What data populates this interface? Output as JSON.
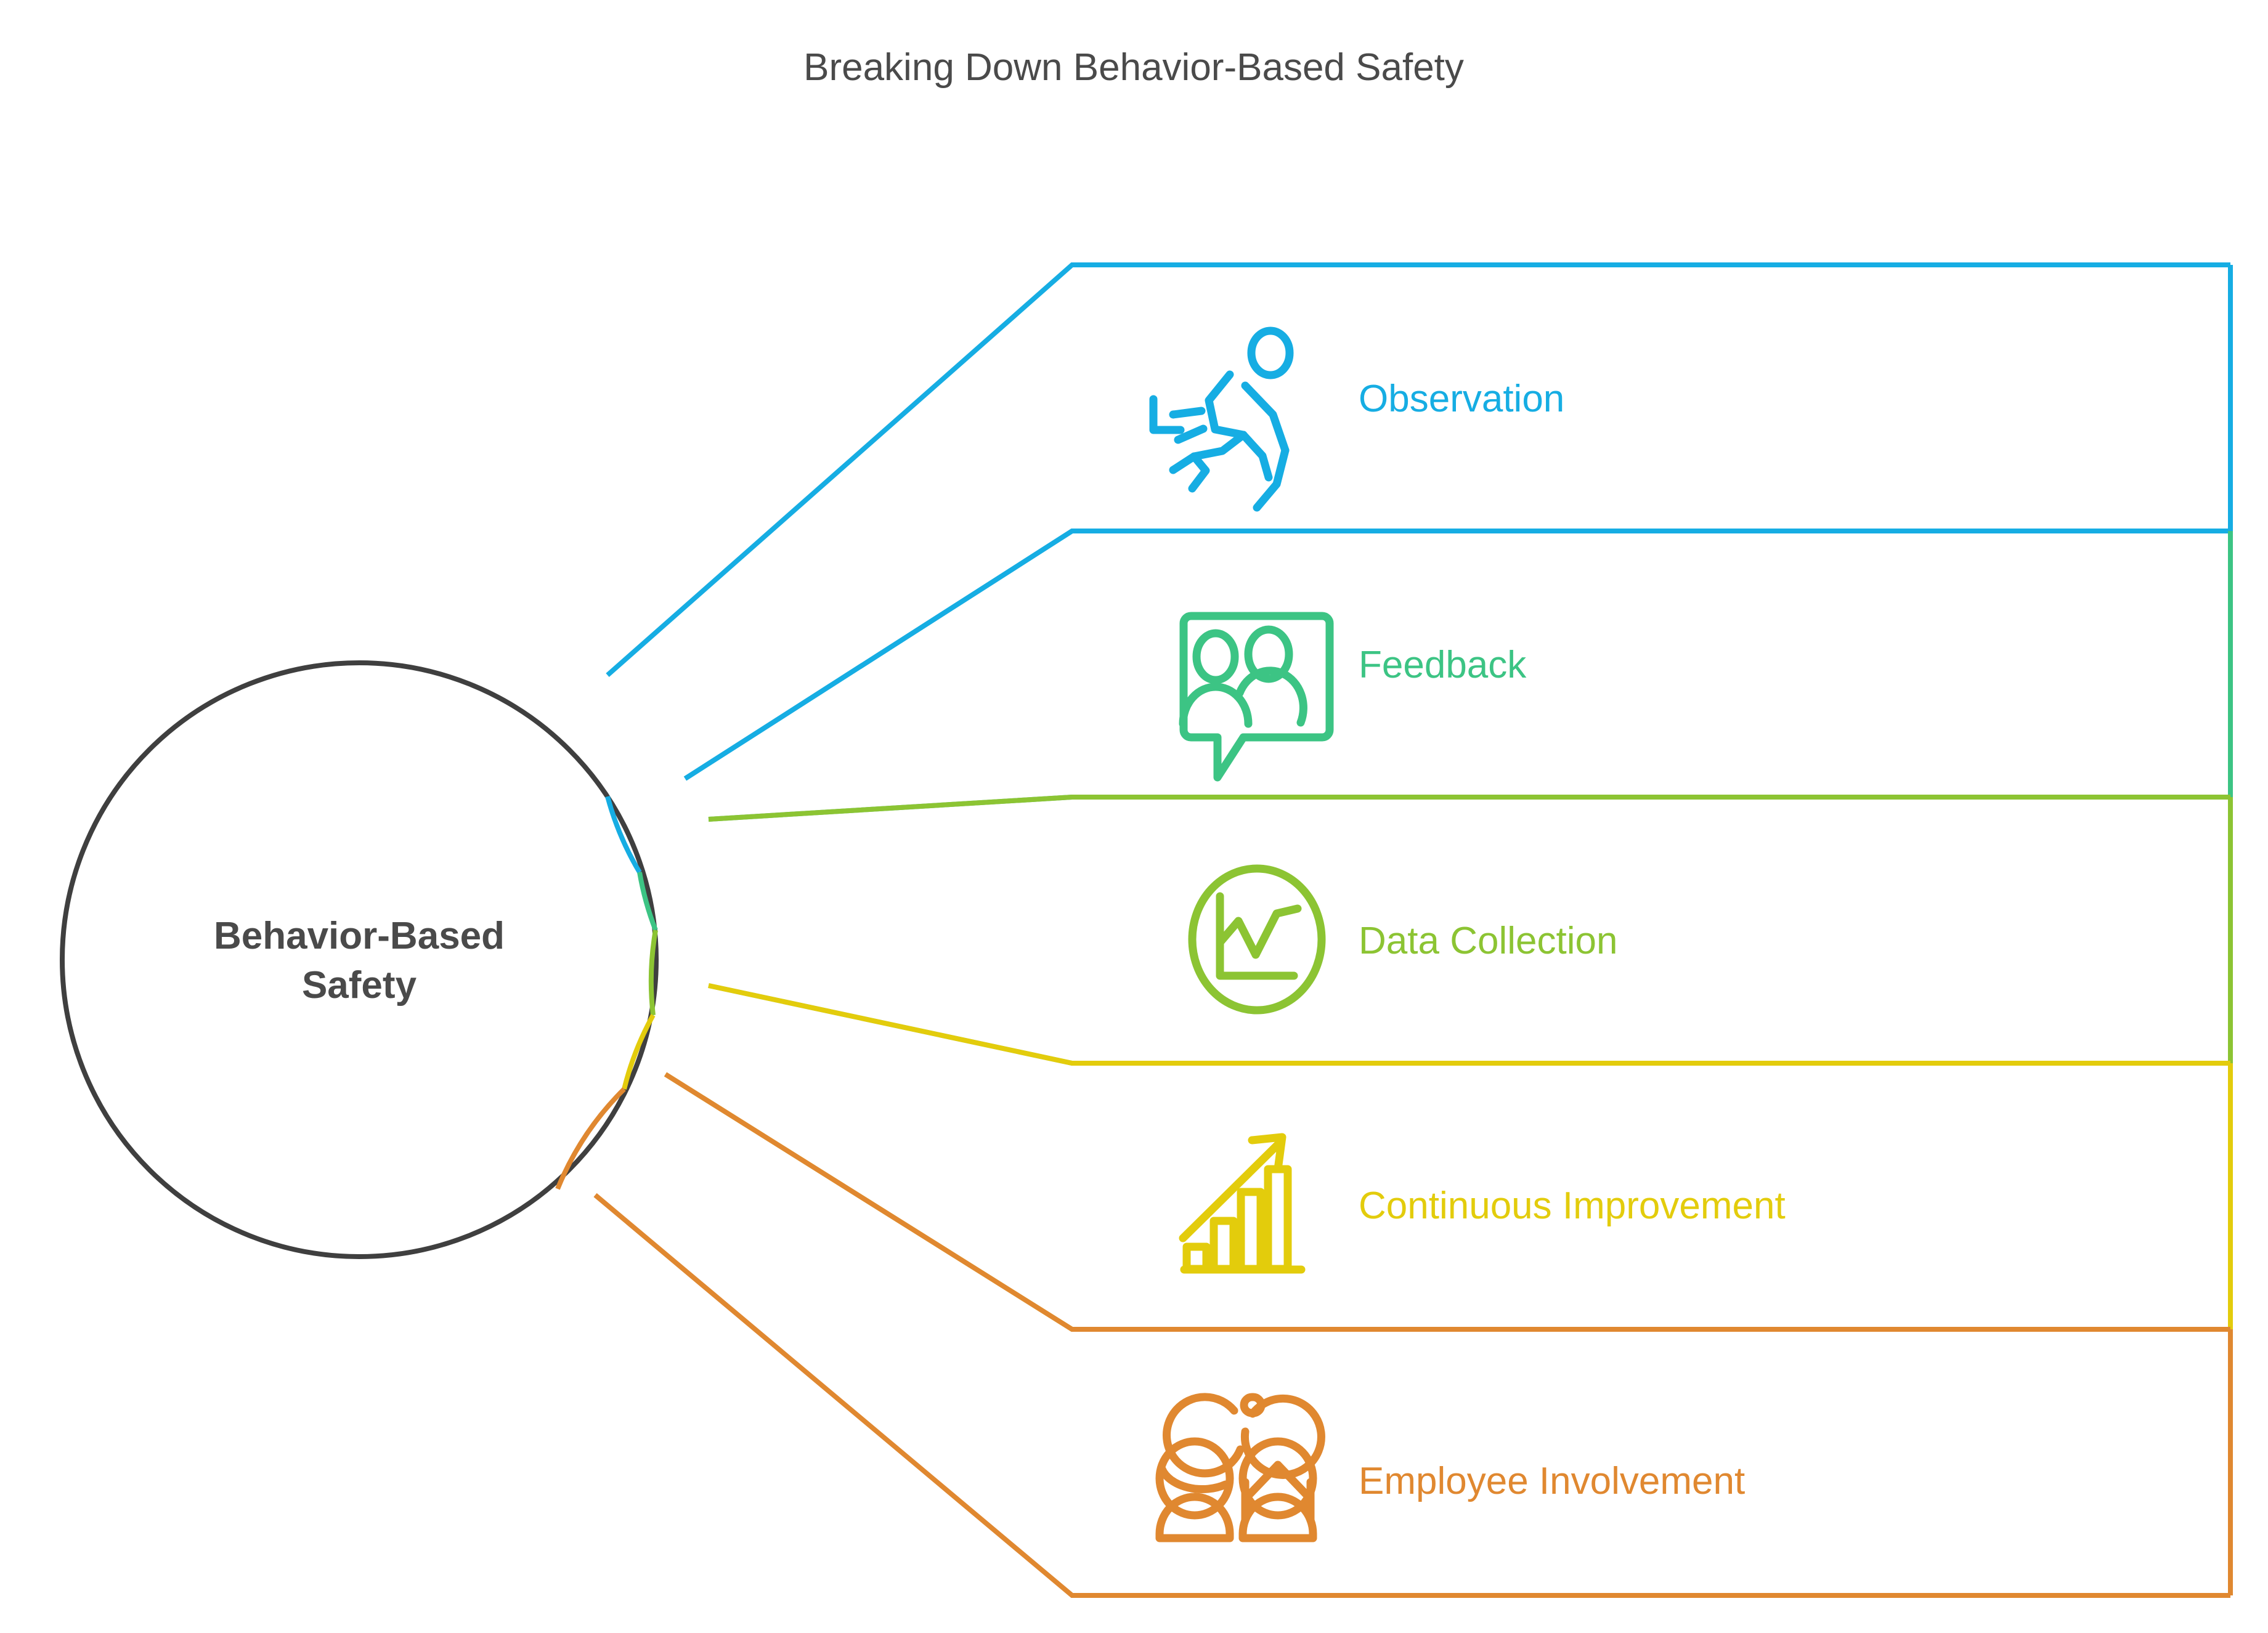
{
  "title": "Breaking Down Behavior-Based Safety",
  "center": {
    "label_line1": "Behavior-Based",
    "label_line2": "Safety",
    "outline_color": "#3f3f3f",
    "text_color": "#4a4a4a"
  },
  "colors": {
    "title": "#4a4a4a",
    "blue": "#16ADE3",
    "green": "#3CC484",
    "lime": "#8CC433",
    "yellow": "#E3CC0C",
    "orange": "#E08830"
  },
  "branches": [
    {
      "label": "Observation",
      "color": "#16ADE3",
      "icon": "running-person-slip-icon"
    },
    {
      "label": "Feedback",
      "color": "#3CC484",
      "icon": "speech-bubble-people-icon"
    },
    {
      "label": "Data Collection",
      "color": "#8CC433",
      "icon": "line-chart-circle-icon"
    },
    {
      "label": "Continuous Improvement",
      "color": "#E3CC0C",
      "icon": "bar-chart-arrow-up-icon"
    },
    {
      "label": "Employee Involvement",
      "color": "#E08830",
      "icon": "group-of-people-icon"
    }
  ]
}
